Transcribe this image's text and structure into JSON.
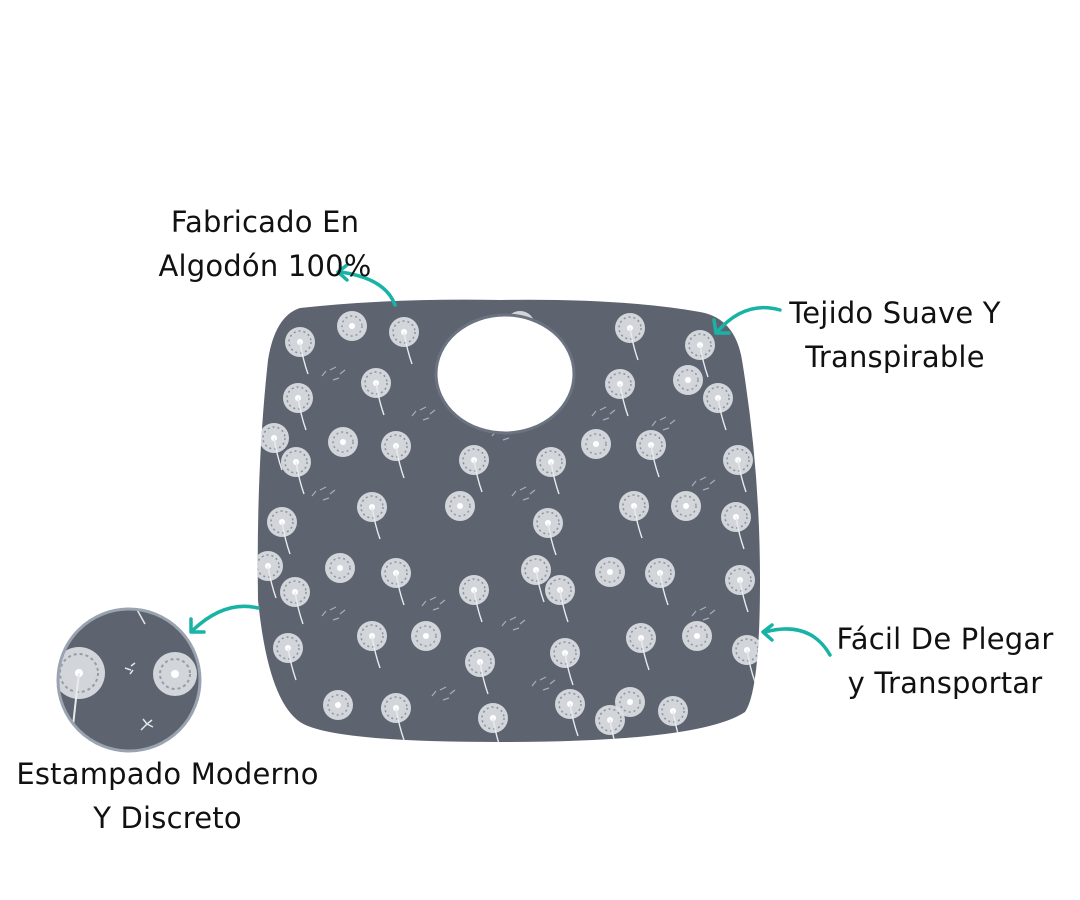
{
  "product": {
    "name": "Baberito de tela gris con estampado de dientes de león",
    "fabric_color": "#5d6470",
    "pattern_color": "#e4e6ea",
    "accent_color": "#19b3a6"
  },
  "features": [
    {
      "id": "cotton",
      "line1": "Fabricado En",
      "line2": "Algodón 100%"
    },
    {
      "id": "soft",
      "line1": "Tejido Suave Y",
      "line2": "Transpirable"
    },
    {
      "id": "fold",
      "line1": "Fácil De Plegar",
      "line2": "y Transportar"
    },
    {
      "id": "print",
      "line1": "Estampado Moderno",
      "line2": "Y Discreto"
    }
  ]
}
